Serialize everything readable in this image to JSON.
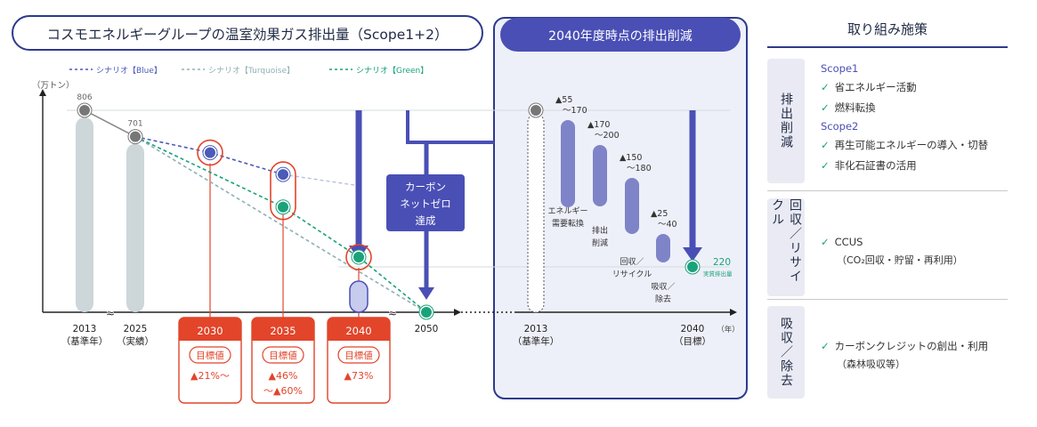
{
  "main_title": "コスモエネルギーグループの温室効果ガス排出量（Scope1+2）",
  "panel_title": "2040年度時点の排出削減",
  "legend": [
    {
      "label": "シナリオ【Blue】",
      "color": "#4a5bb8"
    },
    {
      "label": "シナリオ【Turquoise】",
      "color": "#8fb0b5"
    },
    {
      "label": "シナリオ【Green】",
      "color": "#1aa27a"
    }
  ],
  "unit_label": "（万トン）",
  "year_unit": "（年）",
  "colors": {
    "navy": "#2d3a8c",
    "accent": "#4a4fb5",
    "red": "#e2452a",
    "bar": "#cdd6d9",
    "panel": "#eef0f9"
  },
  "chart_data": {
    "type": "line",
    "title": "コスモエネルギーグループの温室効果ガス排出量（Scope1+2）",
    "ylabel": "（万トン）",
    "xlabel": "（年）",
    "ylim": [
      0,
      900
    ],
    "x_ticks": [
      {
        "year": 2013,
        "label": "2013",
        "sub": "（基準年）"
      },
      {
        "year": 2025,
        "label": "2025",
        "sub": "（実績）"
      },
      {
        "year": 2050,
        "label": "2050",
        "sub": ""
      }
    ],
    "actuals": [
      {
        "year": 2013,
        "value": 806,
        "label": "806"
      },
      {
        "year": 2025,
        "value": 701,
        "label": "701"
      }
    ],
    "series": [
      {
        "name": "シナリオ【Blue】",
        "color": "#4a5bb8",
        "x": [
          2025,
          2030,
          2035
        ],
        "y": [
          701,
          637,
          550
        ]
      },
      {
        "name": "シナリオ【Turquoise】",
        "color": "#8fb0b5",
        "x": [
          2025,
          2050
        ],
        "y": [
          701,
          0
        ]
      },
      {
        "name": "シナリオ【Green】",
        "color": "#1aa27a",
        "x": [
          2025,
          2035,
          2040,
          2050
        ],
        "y": [
          701,
          420,
          220,
          0
        ]
      }
    ],
    "targets": [
      {
        "year": "2030",
        "label": "目標値",
        "value_text": "▲21%〜"
      },
      {
        "year": "2035",
        "label": "目標値",
        "value_text": "▲46%",
        "value_text2": "〜▲60%"
      },
      {
        "year": "2040",
        "label": "目標値",
        "value_text": "▲73%"
      }
    ],
    "net_zero_box": [
      "カーボン",
      "ネットゼロ",
      "達成"
    ],
    "reduction_2040": {
      "start": {
        "year": "2013",
        "sub": "（基準年）",
        "value": 806
      },
      "end": {
        "year": "2040",
        "sub": "（目標）",
        "value": 220,
        "value_label": "220",
        "value_note": "実質排出量"
      },
      "steps": [
        {
          "range": [
            "▲55",
            "〜170"
          ],
          "label": [
            "エネルギー",
            "需要転換"
          ]
        },
        {
          "range": [
            "▲170",
            "〜200"
          ],
          "label": [
            "排出",
            "削減"
          ]
        },
        {
          "range": [
            "▲150",
            "〜180"
          ],
          "label": [
            "回収／",
            "リサイクル"
          ]
        },
        {
          "range": [
            "▲25",
            "〜40"
          ],
          "label": [
            "吸収／",
            "除去"
          ]
        }
      ]
    }
  },
  "measures": {
    "title": "取り組み施策",
    "sections": [
      {
        "tab": "排出削減",
        "groups": [
          {
            "head": "Scope1",
            "items": [
              "省エネルギー活動",
              "燃料転換"
            ]
          },
          {
            "head": "Scope2",
            "items": [
              "再生可能エネルギーの導入・切替",
              "非化石証書の活用"
            ]
          }
        ]
      },
      {
        "tab": "回収／リサイクル",
        "groups": [
          {
            "head": "",
            "items": [
              "CCUS"
            ],
            "sub": "（CO₂回収・貯留・再利用）"
          }
        ]
      },
      {
        "tab": "吸収／除去",
        "groups": [
          {
            "head": "",
            "items": [
              "カーボンクレジットの創出・利用"
            ],
            "sub": "（森林吸収等）"
          }
        ]
      }
    ]
  }
}
